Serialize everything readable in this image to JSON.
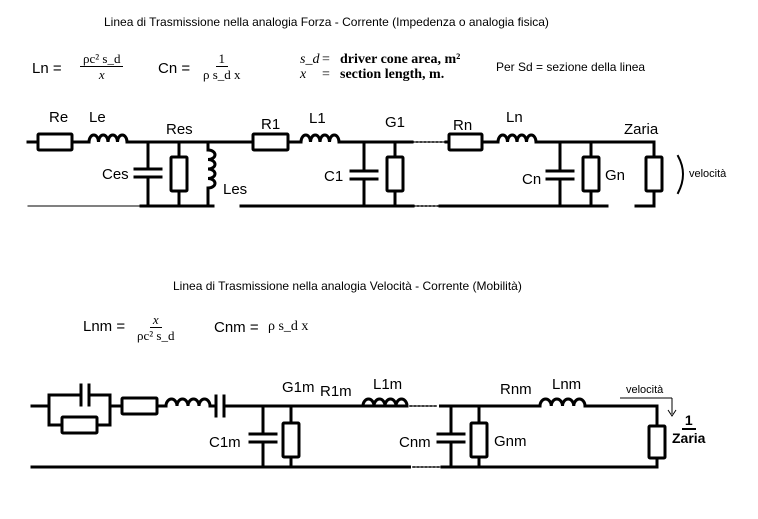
{
  "title_top": "Linea di Trasmissione nella analogia     Forza - Corrente (Impedenza o analogia fisica)",
  "title_bottom": "Linea di Trasmissione nella analogia Velocità - Corrente (Mobilità)",
  "formulas_top": {
    "ln_label": "Ln",
    "ln_num": "ρc² s_d",
    "ln_den": "x",
    "cn_label": "Cn",
    "cn_num": "1",
    "cn_den": "ρ s_d x",
    "sd_def_sym": "s_d",
    "sd_def_eq": "=",
    "sd_def_text": "driver cone area, m²",
    "x_def_sym": "x",
    "x_def_eq": "=",
    "x_def_text": "section length, m.",
    "note": "Per  Sd = sezione della linea"
  },
  "formulas_bottom": {
    "lnm_label": "Lnm",
    "lnm_num": "x",
    "lnm_den": "ρc² s_d",
    "cnm_label": "Cnm",
    "cnm_expr": "ρ s_d x"
  },
  "circuit_top": {
    "labels": [
      "Re",
      "Le",
      "Res",
      "Ces",
      "Les",
      "R1",
      "L1",
      "G1",
      "C1",
      "Rn",
      "Ln",
      "Cn",
      "Gn",
      "Zaria"
    ],
    "velocity": "velocità"
  },
  "circuit_bottom": {
    "labels": [
      "G1m",
      "R1m",
      "L1m",
      "C1m",
      "Rnm",
      "Lnm",
      "Cnm",
      "Gnm"
    ],
    "velocity": "velocità",
    "zaria_num": "1",
    "zaria_den": "Zaria"
  },
  "colors": {
    "line": "#000000",
    "background": "#ffffff"
  }
}
